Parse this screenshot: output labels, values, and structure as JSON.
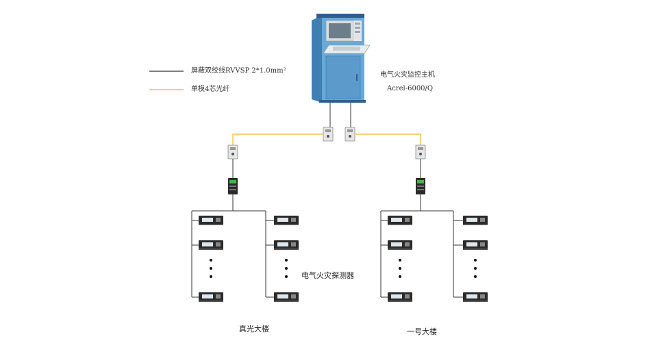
{
  "legend": {
    "shielded_cable": "屏蔽双绞线RVVSP 2*1.0mm²",
    "fiber": "单模4芯光纤",
    "shielded_cable_color": "#333333",
    "fiber_color": "#f2c14e"
  },
  "host": {
    "name": "电气火灾监控主机",
    "model": "Acrel-6000/Q",
    "icon": "monitoring-console-icon"
  },
  "detector_label": "电气火灾探测器",
  "buildings": [
    {
      "name": "真光大楼"
    },
    {
      "name": "一号大楼"
    }
  ],
  "colors": {
    "cabinet_blue": "#6aa8d8",
    "cabinet_dark": "#3f7fb3",
    "device_dark": "#2b2b2b",
    "converter_green": "#4caf50",
    "line": "#333333"
  }
}
